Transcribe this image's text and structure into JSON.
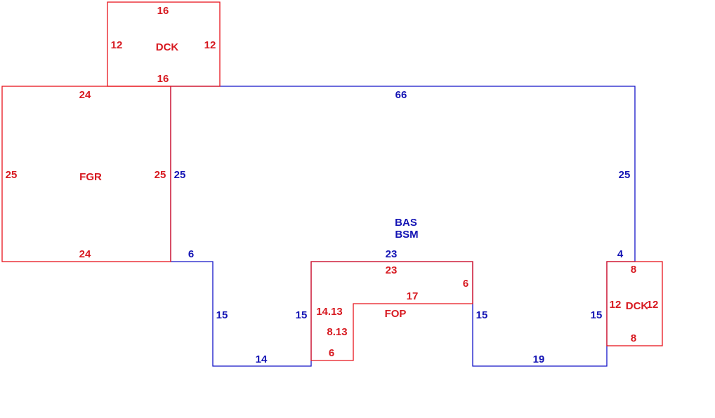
{
  "colors": {
    "addition": "#e8141c",
    "main_area": "#1414c8"
  },
  "main_area": {
    "codes": [
      "BAS",
      "BSM"
    ],
    "dimensions": {
      "top": "66",
      "right_upper": "25",
      "left": "25",
      "step_left": "6",
      "left_wing_side": "15",
      "left_wing_bottom": "14",
      "inner_left": "15",
      "notch_top": "23",
      "inner_right": "15",
      "right_wing_side": "15",
      "right_wing_bottom": "19",
      "step_right": "4"
    }
  },
  "additions": {
    "fgr": {
      "code": "FGR",
      "top": "24",
      "bottom": "24",
      "left": "25",
      "right": "25"
    },
    "dck_top": {
      "code": "DCK",
      "top": "16",
      "bottom": "16",
      "left": "12",
      "right": "12"
    },
    "fop": {
      "code": "FOP",
      "top": "23",
      "right": "6",
      "inner_top": "17",
      "left": "14.13",
      "inner_left": "8.13",
      "bottom": "6"
    },
    "dck_right": {
      "code": "DCK",
      "top": "8",
      "bottom": "8",
      "left": "12",
      "right": "12"
    }
  }
}
